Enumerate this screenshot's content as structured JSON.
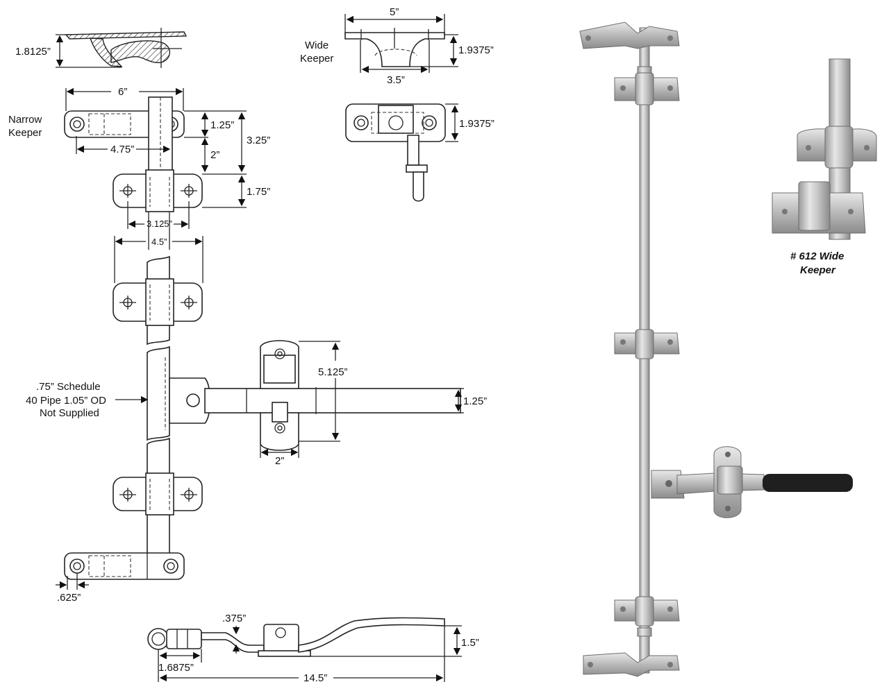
{
  "labels": {
    "narrow_keeper": [
      "Narrow",
      "Keeper"
    ],
    "wide_keeper": [
      "Wide",
      "Keeper"
    ],
    "pipe_note": [
      ".75” Schedule",
      "40 Pipe 1.05” OD",
      "Not Supplied"
    ],
    "photo_caption": [
      "# 612 Wide",
      "Keeper"
    ]
  },
  "dimensions": {
    "top_profile_height": "1.8125”",
    "narrow_keeper_width": "6”",
    "narrow_keeper_hole_spacing": "4.75”",
    "narrow_keeper_tab_height": "1.25”",
    "narrow_keeper_offset": "2”",
    "narrow_keeper_total": "3.25”",
    "guide_height": "1.75”",
    "guide_hole_spacing": "3.125”",
    "guide_width": "4.5”",
    "wide_keeper_width": "5”",
    "wide_keeper_base": "3.5”",
    "wide_keeper_height": "1.9375”",
    "wide_keeper_height_2": "1.9375”",
    "handle_bracket_height": "5.125”",
    "handle_width": "1.25”",
    "handle_bracket_width": "2”",
    "end_offset": ".625”",
    "side_offset": ".375”",
    "side_rise": "1.5”",
    "side_pivot": "1.6875”",
    "overall_length": "14.5”"
  }
}
